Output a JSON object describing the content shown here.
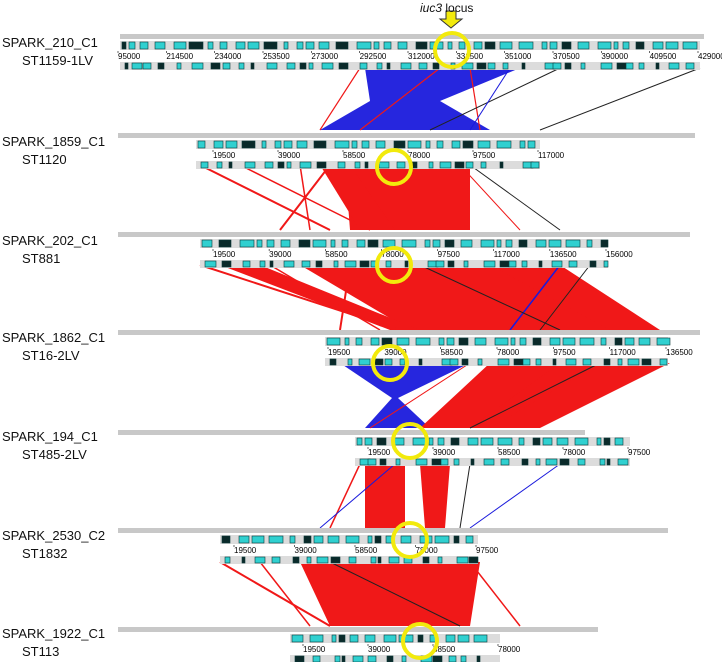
{
  "annotation": {
    "gene": "iuc3",
    "suffix": " locus"
  },
  "contigs": [
    {
      "name": "SPARK_210_C1",
      "st": "ST1159-1LV",
      "ticks": [
        "95000",
        "214500",
        "234000",
        "253500",
        "273000",
        "292500",
        "312000",
        "331500",
        "351000",
        "370500",
        "390000",
        "409500",
        "429000"
      ]
    },
    {
      "name": "SPARK_1859_C1",
      "st": "ST1120",
      "ticks": [
        "19500",
        "39000",
        "58500",
        "78000",
        "97500",
        "117000"
      ]
    },
    {
      "name": "SPARK_202_C1",
      "st": "ST881",
      "ticks": [
        "19500",
        "39000",
        "58500",
        "78000",
        "97500",
        "117000",
        "136500",
        "156000"
      ]
    },
    {
      "name": "SPARK_1862_C1",
      "st": "ST16-2LV",
      "ticks": [
        "19500",
        "39000",
        "58500",
        "78000",
        "97500",
        "117000",
        "136500"
      ]
    },
    {
      "name": "SPARK_194_C1",
      "st": "ST485-2LV",
      "ticks": [
        "19500",
        "39000",
        "58500",
        "78000",
        "97500"
      ]
    },
    {
      "name": "SPARK_2530_C2",
      "st": "ST1832",
      "ticks": [
        "19500",
        "39000",
        "58500",
        "78000",
        "97500"
      ]
    },
    {
      "name": "SPARK_1922_C1",
      "st": "ST113",
      "ticks": [
        "19500",
        "39000",
        "58500",
        "78000"
      ]
    }
  ],
  "colors": {
    "forward_match": "#f01818",
    "reverse_match": "#1a1adc",
    "highlight_circle": "#f2ea0c",
    "arrow": "#f2ea0c",
    "gene_fill": "#30d0d0",
    "contig_bar": "#c8c8c8"
  }
}
